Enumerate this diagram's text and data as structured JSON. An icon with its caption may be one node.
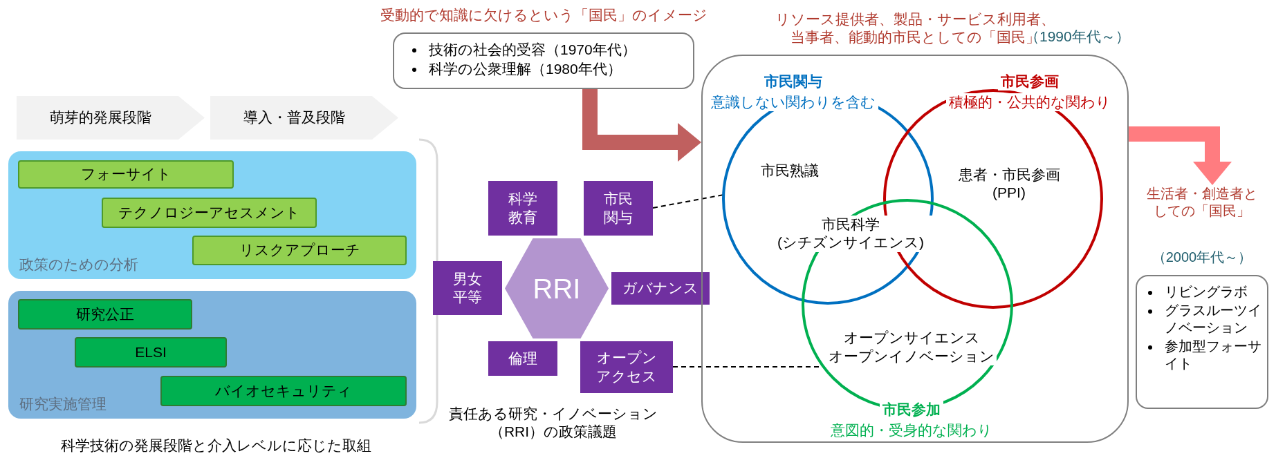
{
  "diagram": {
    "nodes": [
      {
        "text": [
          "萌芽的発展段階"
        ]
      },
      {
        "text": [
          "導入・普及段階"
        ]
      },
      {
        "text": [
          "政策のための分析"
        ]
      },
      {
        "text": [
          "フォーサイト"
        ],
        "in": 2
      },
      {
        "text": [
          "テクノロジーアセスメント"
        ],
        "in": 2
      },
      {
        "text": [
          "リスクアプローチ"
        ],
        "in": 2
      },
      {
        "text": [
          "研究実施管理"
        ]
      },
      {
        "text": [
          "研究公正"
        ],
        "in": 6
      },
      {
        "text": [
          "ELSI"
        ],
        "in": 6
      },
      {
        "text": [
          "バイオセキュリティ"
        ],
        "in": 6
      },
      {
        "text": [
          "受動的で知識に欠けるという「国民」のイメージ",
          "技術の社会的受容（1970年代）",
          "科学の公衆理解（1980年代）"
        ]
      },
      {
        "text": [
          "RRI"
        ]
      },
      {
        "text": [
          "科学教育"
        ]
      },
      {
        "text": [
          "市民関与"
        ]
      },
      {
        "text": [
          "男女平等"
        ]
      },
      {
        "text": [
          "ガバナンス"
        ]
      },
      {
        "text": [
          "倫理"
        ]
      },
      {
        "text": [
          "オープンアクセス"
        ]
      },
      {
        "text": [
          "リソース提供者、製品・サービス利用者、当事者、能動的市民としての「国民」"
        ],
        "beside": [
          "（1990年代～）"
        ]
      },
      {
        "text": [
          "市民関与",
          "意識しない関わりを含む"
        ],
        "in": 18
      },
      {
        "text": [
          "市民参画",
          "積極的・公共的な関わり"
        ],
        "in": 18
      },
      {
        "text": [
          "市民参加",
          "意図的・受身的な関わり"
        ],
        "in": 18
      },
      {
        "text": [
          "生活者・創造者としての「国民」",
          "（2000年代～）",
          "リビングラボ",
          "グラスルーツイノベーション",
          "参加型フォーサイト"
        ]
      }
    ],
    "edges": [
      {
        "from": 10,
        "to": 18,
        "arrow": "to",
        "style": "thick",
        "color": "#c0605f"
      },
      {
        "from": 13,
        "to": 19,
        "arrow": "none",
        "style": "dashed"
      },
      {
        "from": 17,
        "to": 21,
        "arrow": "none",
        "style": "dashed"
      },
      {
        "from": 18,
        "to": 22,
        "arrow": "to",
        "style": "thick",
        "color": "#ff7c80"
      }
    ],
    "labels": [
      "市民熟議",
      "患者・市民参画 (PPI)",
      "市民科学 (シチズンサイエンス)",
      "オープンサイエンス",
      "オープンイノベーション",
      "科学技術の発展段階と介入レベルに応じた取組",
      "責任ある研究・イノベーション（RRI）の政策議題"
    ]
  }
}
